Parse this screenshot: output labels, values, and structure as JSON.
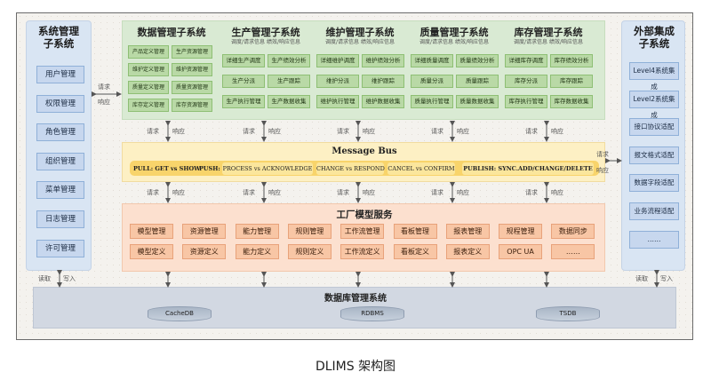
{
  "left_panel": {
    "title": "系统管理子系统",
    "items": [
      "用户管理",
      "权限管理",
      "角色管理",
      "组织管理",
      "菜单管理",
      "日志管理",
      "许可管理"
    ]
  },
  "right_panel": {
    "title": "外部集成子系统",
    "items": [
      "Level4系统集成",
      "Level2系统集成",
      "接口协议适配",
      "报文格式适配",
      "数据字段适配",
      "业务流程适配",
      "……"
    ]
  },
  "subsystems": [
    {
      "title": "数据管理子系统",
      "caption": "",
      "items": [
        "产品定义管理",
        "生产资源管理",
        "维护定义管理",
        "维护资源管理",
        "质量定义管理",
        "质量资源管理",
        "库存定义管理",
        "库存资源管理"
      ]
    },
    {
      "title": "生产管理子系统",
      "caption": "调度/请求信息   绩效/响应信息",
      "items": [
        "详细生产调度",
        "生产绩效分析",
        "生产分派",
        "生产跟踪",
        "生产执行管理",
        "生产数据收集"
      ]
    },
    {
      "title": "维护管理子系统",
      "caption": "调度/请求信息   绩效/响应信息",
      "items": [
        "详细维护调度",
        "维护绩效分析",
        "维护分派",
        "维护跟踪",
        "维护执行管理",
        "维护数据收集"
      ]
    },
    {
      "title": "质量管理子系统",
      "caption": "调度/请求信息   绩效/响应信息",
      "items": [
        "详细质量调度",
        "质量绩效分析",
        "质量分派",
        "质量跟踪",
        "质量执行管理",
        "质量数据收集"
      ]
    },
    {
      "title": "库存管理子系统",
      "caption": "调度/请求信息   绩效/响应信息",
      "items": [
        "详细库存调度",
        "库存绩效分析",
        "库存分派",
        "库存跟踪",
        "库存执行管理",
        "库存数据收集"
      ]
    }
  ],
  "bus": {
    "title": "Message Bus",
    "pull": "PULL: GET vs SHOW",
    "push_label": "PUSH:",
    "push_items": [
      "PROCESS vs ACKNOWLEDGE",
      "CHANGE vs RESPOND",
      "CANCEL vs CONFIRM"
    ],
    "publish": "PUBLISH: SYNC.ADD/CHANGE/DELETE"
  },
  "factory": {
    "title": "工厂模型服务",
    "columns": [
      [
        "模型管理",
        "模型定义"
      ],
      [
        "资源管理",
        "资源定义"
      ],
      [
        "能力管理",
        "能力定义"
      ],
      [
        "规则管理",
        "规则定义"
      ],
      [
        "工作流管理",
        "工作流定义"
      ],
      [
        "看板管理",
        "看板定义"
      ],
      [
        "报表管理",
        "报表定义"
      ],
      [
        "规程管理",
        "OPC UA"
      ],
      [
        "数据同步",
        "……"
      ]
    ]
  },
  "database": {
    "title": "数据库管理系统",
    "stores": [
      "CacheDB",
      "RDBMS",
      "TSDB"
    ]
  },
  "arrow_labels": {
    "req": "请求",
    "resp": "响应",
    "read": "读取",
    "write": "写入"
  },
  "caption": "DLIMS 架构图"
}
